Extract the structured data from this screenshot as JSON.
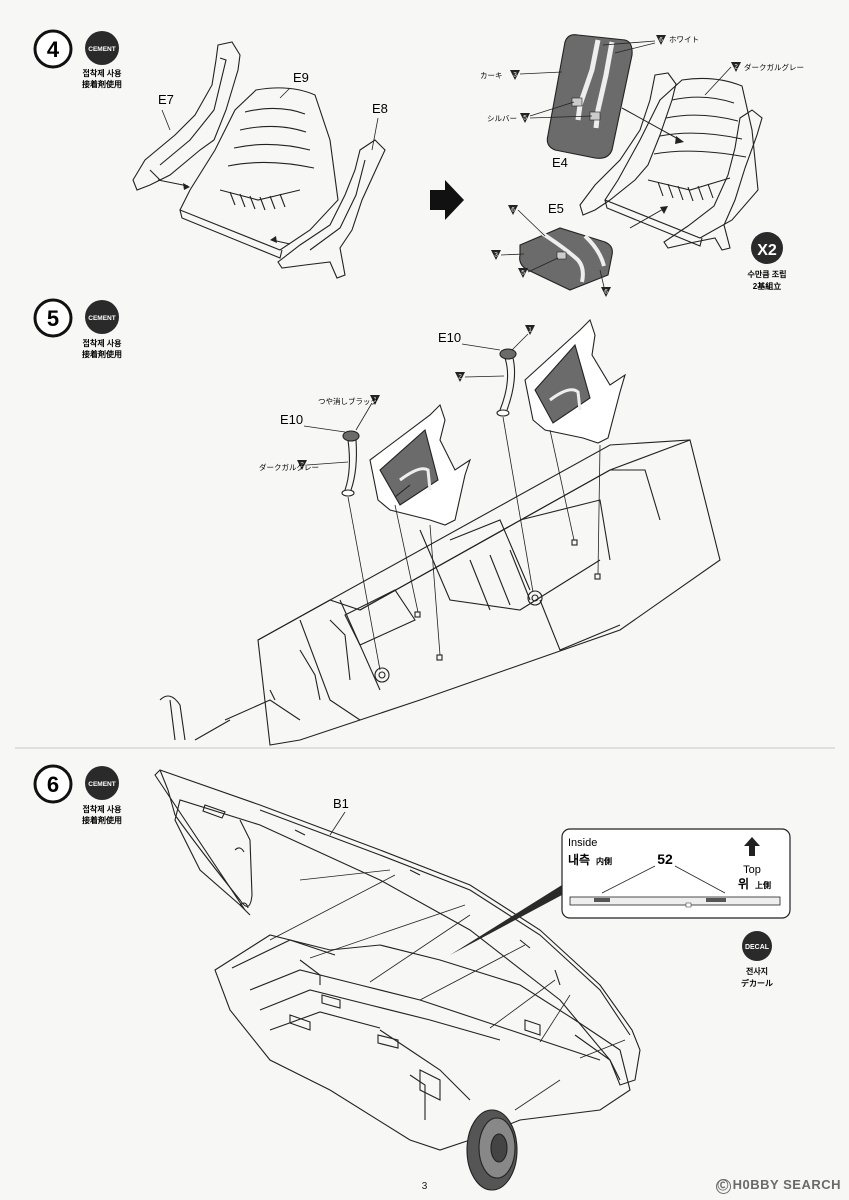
{
  "page_number": "3",
  "watermark": {
    "symbol": "Ⓒ",
    "text": "H0BBY SEARCH"
  },
  "steps": [
    {
      "number": "4",
      "badge": "CEMENT",
      "sub_ko": "접착제 사용",
      "sub_jp": "接着剤使用"
    },
    {
      "number": "5",
      "badge": "CEMENT",
      "sub_ko": "접착제 사용",
      "sub_jp": "接着剤使用"
    },
    {
      "number": "6",
      "badge": "CEMENT",
      "sub_ko": "접착제 사용",
      "sub_jp": "接着剤使用"
    }
  ],
  "step4": {
    "parts": {
      "e7": "E7",
      "e8": "E8",
      "e9": "E9",
      "e4": "E4",
      "e5": "E5"
    },
    "colors": [
      {
        "num": "6",
        "name": "ホワイト"
      },
      {
        "num": "3",
        "name": "カーキ"
      },
      {
        "num": "5",
        "name": "シルバー"
      },
      {
        "num": "2",
        "name": "ダークガルグレー"
      }
    ],
    "e5_callouts": [
      "6",
      "3",
      "5",
      "6"
    ],
    "repeat": {
      "badge": "X2",
      "sub_ko": "수만큼 조립",
      "sub_jp": "2基組立"
    }
  },
  "step5": {
    "parts": {
      "e10a": "E10",
      "e10b": "E10"
    },
    "colors": [
      {
        "num": "1",
        "name": "つや消しブラック"
      },
      {
        "num": "2",
        "name": "ダークガルグレー"
      },
      {
        "num": "1",
        "name": ""
      },
      {
        "num": "2",
        "name": ""
      }
    ]
  },
  "step6": {
    "parts": {
      "b1": "B1"
    },
    "inset": {
      "inside_en": "Inside",
      "inside_ko": "내측",
      "inside_jp": "内側",
      "decal_no": "52",
      "top_en": "Top",
      "top_ko": "위",
      "top_jp": "上側"
    },
    "decal": {
      "badge": "DECAL",
      "sub_ko": "전사지",
      "sub_jp": "デカール"
    }
  },
  "colors": {
    "ink": "#1a1a1a",
    "paper": "#f7f7f5",
    "fill_gray": "#6b6b6b",
    "badge_bg": "#2a2a2a"
  }
}
